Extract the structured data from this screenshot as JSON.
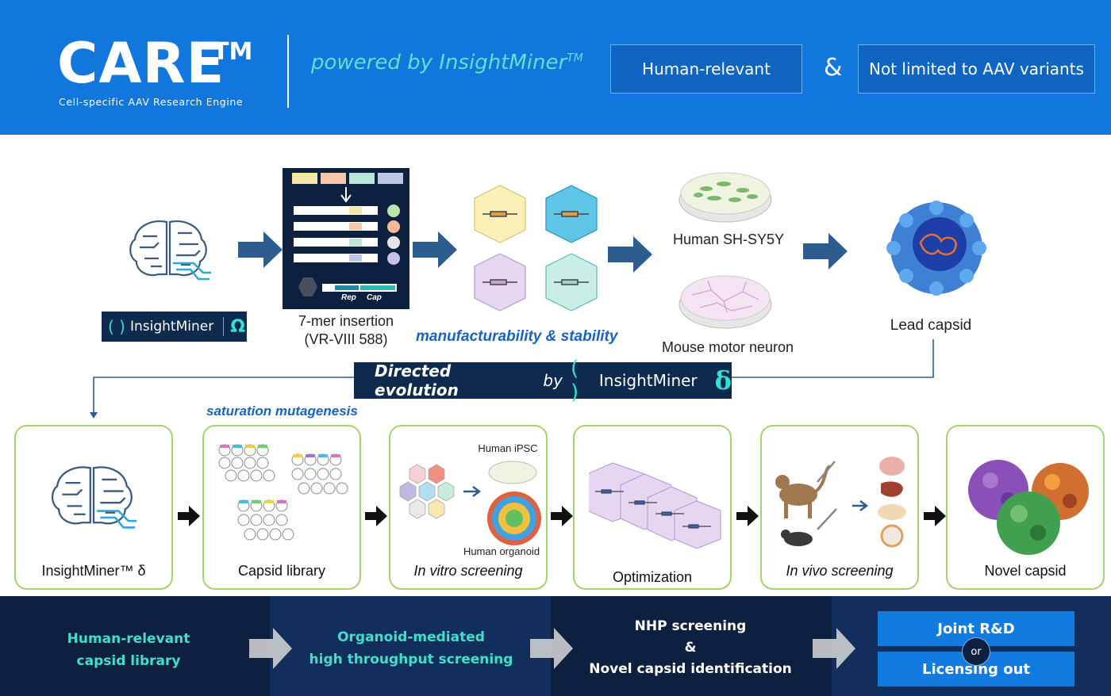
{
  "header": {
    "title": "CARE",
    "trademark": "TM",
    "subtitle": "Cell-specific AAV Research Engine",
    "powered_prefix": "powered by InsightMiner",
    "powered_tm": "TM",
    "box_left": "Human-relevant",
    "ampersand": "&",
    "box_right": "Not limited to AAV variants"
  },
  "top_flow": {
    "insightminer_badge": {
      "brackets": "( )",
      "name": "InsightMiner",
      "greek": "Ω"
    },
    "insertion_label_line1": "7-mer insertion",
    "insertion_label_line2": "(VR-VIII 588)",
    "rep_label": "Rep",
    "cap_label": "Cap",
    "manufacturability_label": "manufacturability & stability",
    "human_cells_label": "Human SH-SY5Y",
    "mouse_cells_label": "Mouse motor neuron",
    "lead_capsid_label": "Lead capsid"
  },
  "directed_evolution": {
    "text": "Directed evolution",
    "by": "by",
    "brackets": "( )",
    "name": "InsightMiner",
    "greek": "δ"
  },
  "saturation_label": "saturation mutagenesis",
  "stages": [
    {
      "label": "InsightMiner™ δ"
    },
    {
      "label": "Capsid library"
    },
    {
      "label": "In vitro screening",
      "sub_top": "Human iPSC",
      "sub_bottom": "Human organoid"
    },
    {
      "label": "Optimization"
    },
    {
      "label": "In vivo screening"
    },
    {
      "label": "Novel capsid"
    }
  ],
  "bottom_band": {
    "col1_line1": "Human-relevant",
    "col1_line2": "capsid library",
    "col2_line1": "Organoid-mediated",
    "col2_line2": "high throughput screening",
    "col3_line1": "NHP screening",
    "col3_line2": "&",
    "col3_line3": "Novel capsid identification",
    "joint": "Joint R&D",
    "or": "or",
    "licensing": "Licensing out"
  },
  "colors": {
    "header_blue": "#1177dd",
    "teal_accent": "#34e0d0",
    "navy": "#0e2a4f",
    "card_border_green": "#a5d46a",
    "band_dark": "#0e2040",
    "band_mid": "#122e5c"
  }
}
